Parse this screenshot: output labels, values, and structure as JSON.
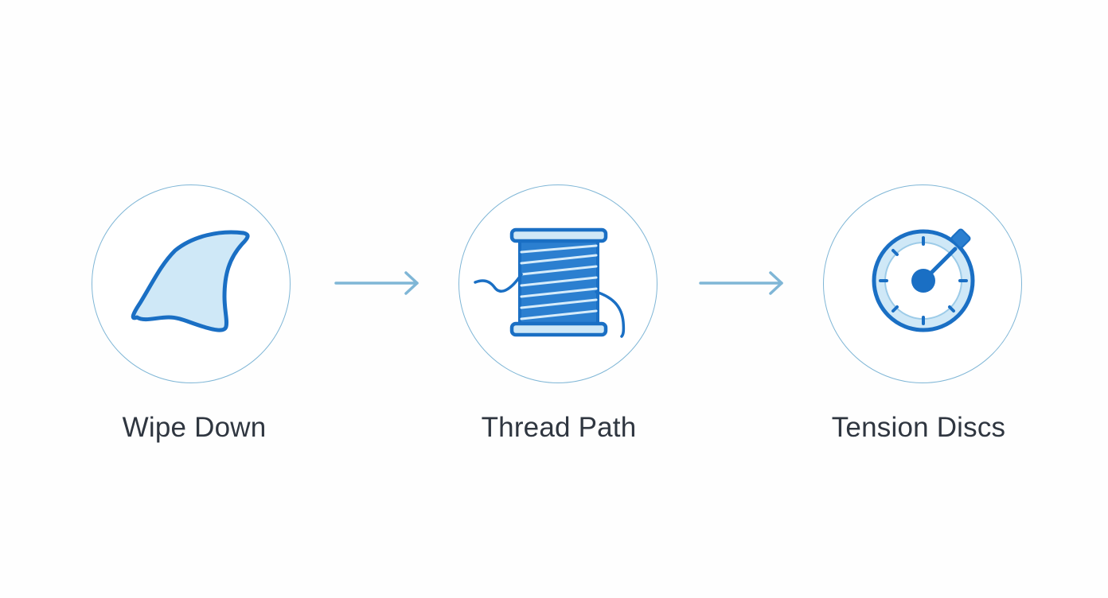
{
  "diagram": {
    "steps": [
      {
        "label": "Wipe Down",
        "icon": "cloth-icon"
      },
      {
        "label": "Thread Path",
        "icon": "thread-spool-icon"
      },
      {
        "label": "Tension Discs",
        "icon": "tension-dial-icon"
      }
    ],
    "colors": {
      "icon_stroke": "#1a6fc4",
      "icon_fill": "#cfe8f7",
      "circle_border": "#7fb6d6",
      "arrow": "#7fb6d6",
      "label_text": "#2f3640"
    }
  }
}
